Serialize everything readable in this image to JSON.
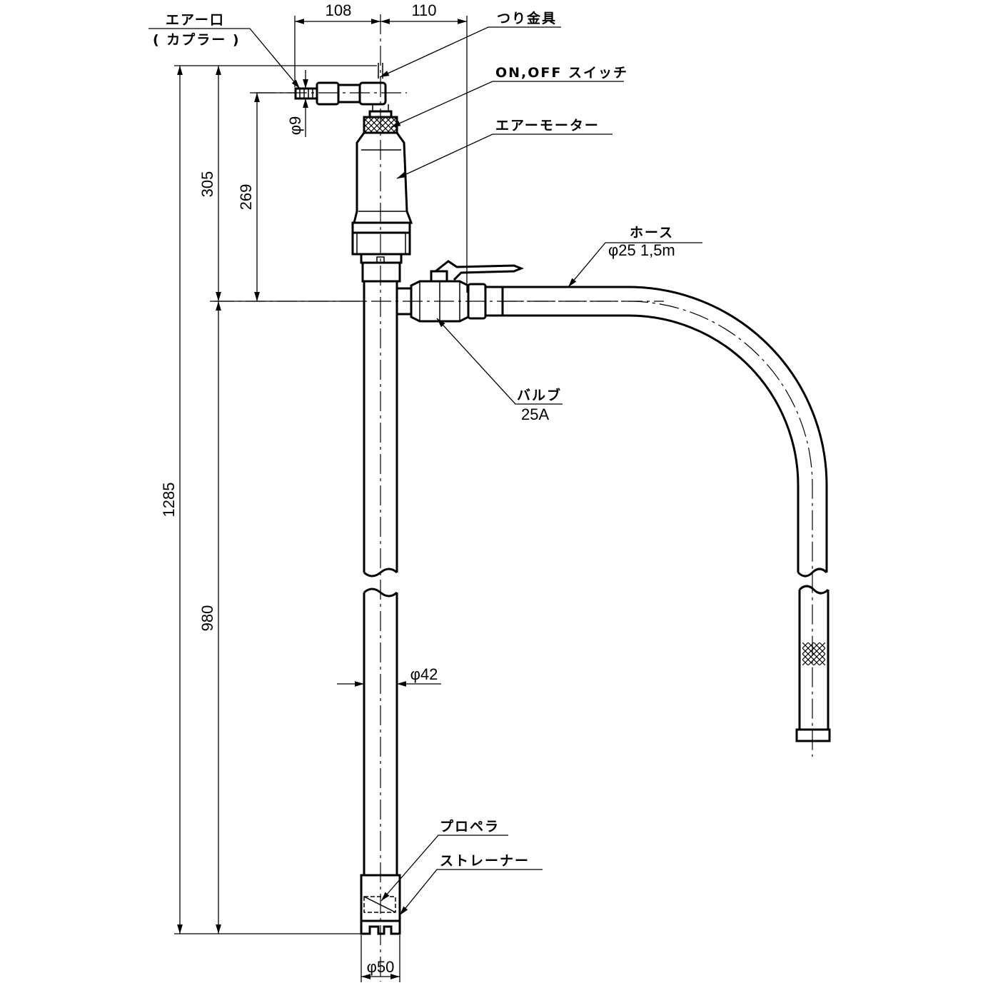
{
  "labels": {
    "air_inlet": "エアー口",
    "coupler": "( カプラー )",
    "hanger": "つり金具",
    "switch": "ON,OFF スイッチ",
    "air_motor": "エアーモーター",
    "hose": "ホース",
    "hose_spec": "φ25 1,5m",
    "valve": "バルブ",
    "valve_size": "25A",
    "propeller": "プロペラ",
    "strainer": "ストレーナー"
  },
  "dimensions": {
    "d108": "108",
    "d110": "110",
    "d305": "305",
    "d269": "269",
    "d1285": "1285",
    "d980": "980",
    "phi9": "φ9",
    "phi42": "φ42",
    "phi50": "φ50"
  }
}
